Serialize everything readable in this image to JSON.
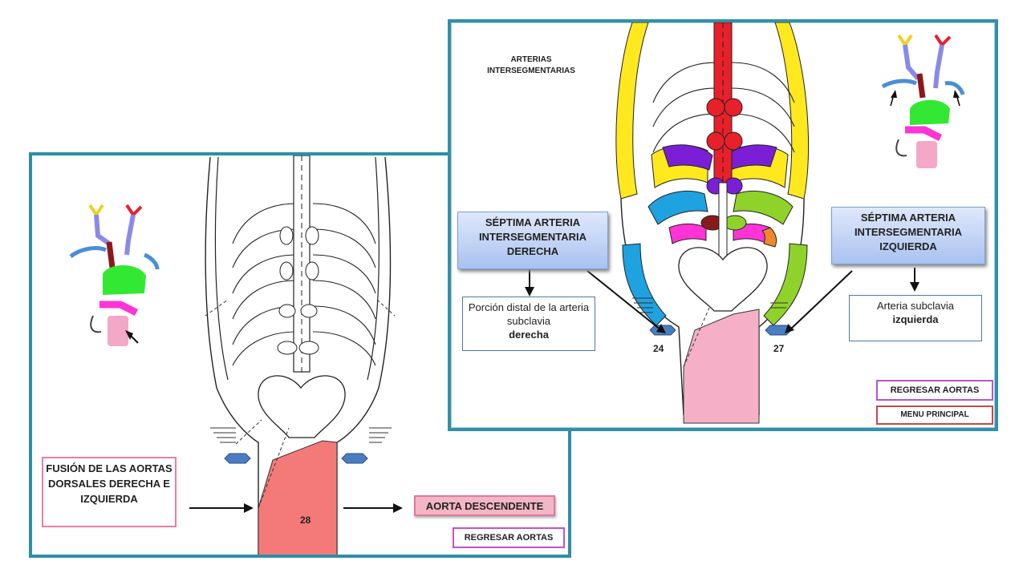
{
  "back_slide": {
    "fusion_label": "FUSIÓN DE LAS AORTAS DORSALES DERECHA E IZQUIERDA",
    "aorta_descendente": "AORTA DESCENDENTE",
    "segment_number": "28",
    "regresar_button": "REGRESAR AORTAS"
  },
  "front_slide": {
    "title": "ARTERIAS INTERSEGMENTARIAS",
    "left_heading": "SÉPTIMA ARTERIA INTERSEGMENTARIA DERECHA",
    "left_result_pre": "Porción distal de la arteria subclavia",
    "left_result_bold": "derecha",
    "right_heading": "SÉPTIMA ARTERIA INTERSEGMENTARIA IZQUIERDA",
    "right_result_pre": "Arteria subclavia",
    "right_result_bold": "izquierda",
    "number_left": "24",
    "number_right": "27",
    "regresar_button": "REGRESAR AORTAS",
    "menu_button": "MENU PRINCIPAL"
  },
  "colors": {
    "frame": "#2f8aa0",
    "aorta_descendente_back": "#f47a7a",
    "aorta_descendente_front": "#f5b0c8",
    "third_arch": "#ffe91e",
    "fourth_arch": "#7a1fd6",
    "sixth_arch": "#1fa2e0",
    "green_arch": "#8fd22a",
    "magenta": "#ff33d6",
    "red_aorta": "#e8202a",
    "orange": "#f0882a"
  }
}
